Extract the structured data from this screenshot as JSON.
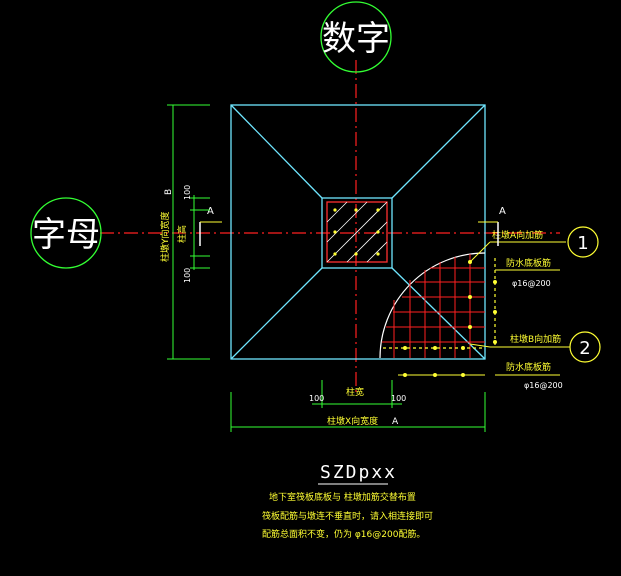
{
  "title_circle_top": "数字",
  "title_circle_left": "字母",
  "callouts": [
    "1",
    "2"
  ],
  "section_marks": {
    "left": "A",
    "right": "A"
  },
  "dimensions": {
    "v100_top": "100",
    "v100_bot": "100",
    "B_label": "B",
    "col_y_width": "柱墩Y向宽度",
    "col_high": "柱高",
    "h100_left": "100",
    "h100_right": "100",
    "col_width": "柱宽",
    "col_x_width": "柱墩X向宽度",
    "A_label": "A"
  },
  "rebar_notes": {
    "n1": "柱墩A向加筋",
    "n1b": "防水底板筋",
    "n1c": "φ16@200",
    "n2": "柱墩B向加筋",
    "n2b": "防水底板筋",
    "n2c": "φ16@200"
  },
  "drawing_code": "SZDpxx",
  "notes": [
    "地下室筏板底板与    柱墩加筋交替布置",
    "筏板配筋与墩连不垂直时，请入相连接即可",
    "配筋总面积不变，仍为       φ16@200配筋。"
  ]
}
